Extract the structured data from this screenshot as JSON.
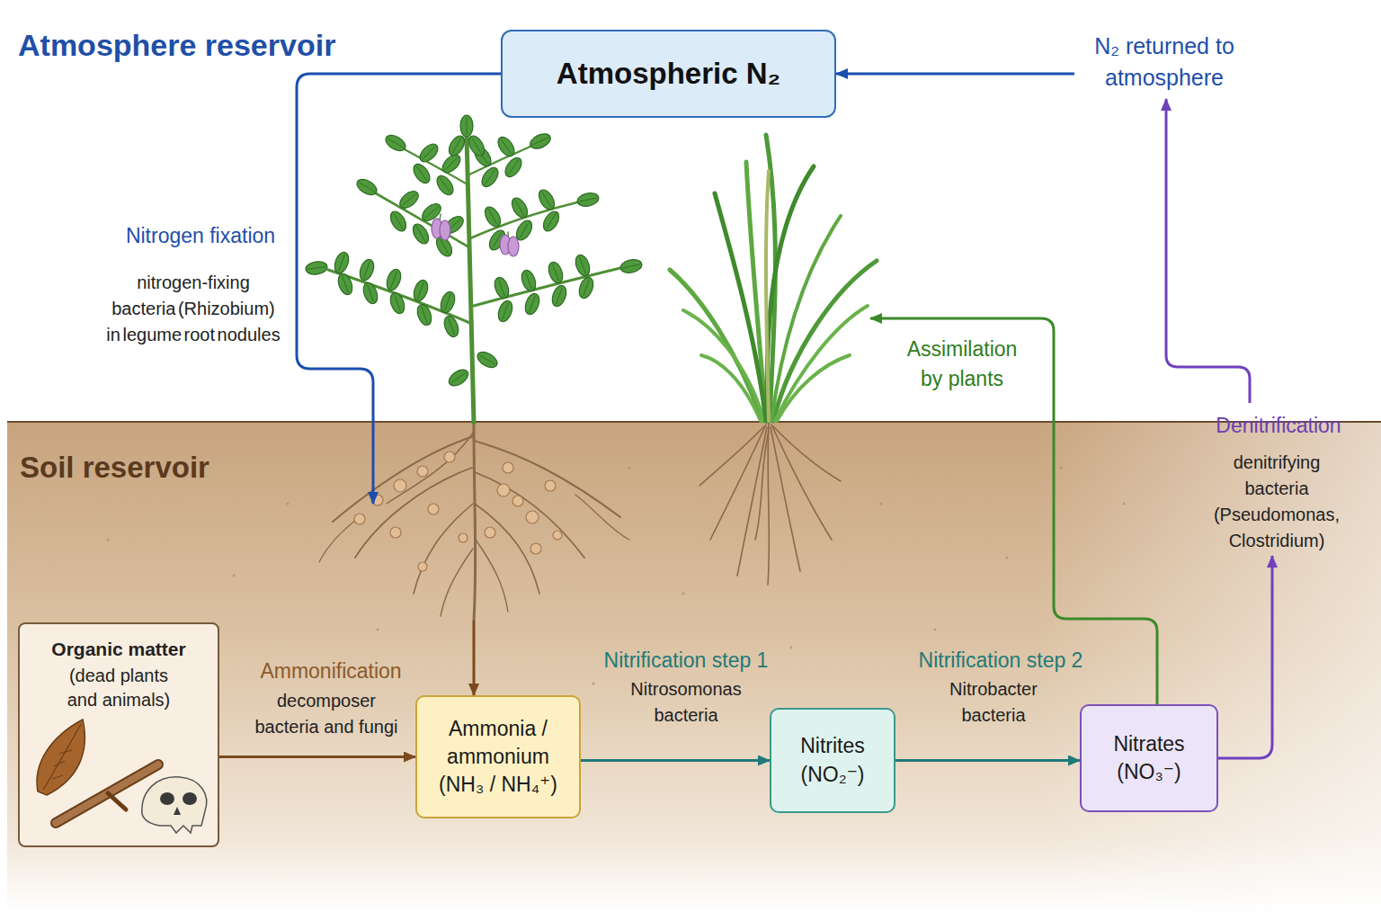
{
  "diagram": {
    "nodes": [
      {
        "text": [
          "Atmospheric N₂"
        ]
      },
      {
        "text": [
          "Organic matter",
          "(dead plants and animals)"
        ]
      },
      {
        "text": [
          "Ammonia / ammonium",
          "(NH₃ / NH₄⁺)"
        ]
      },
      {
        "text": [
          "Nitrites",
          "(NO₂⁻)"
        ]
      },
      {
        "text": [
          "Nitrates",
          "(NO₃⁻)"
        ]
      }
    ],
    "edges": [
      {
        "from": 0,
        "to": 2,
        "arrow": "to",
        "label": "Nitrogen fixation"
      },
      {
        "from": 1,
        "to": 2,
        "arrow": "to",
        "label": "Ammonification"
      },
      {
        "from": 2,
        "to": 3,
        "arrow": "to",
        "label": "Nitrification step 1"
      },
      {
        "from": 3,
        "to": 4,
        "arrow": "to",
        "label": "Nitrification step 2"
      },
      {
        "from": 4,
        "to": 0,
        "arrow": "to",
        "label": "Denitrification"
      }
    ],
    "labels": [
      "Atmosphere reservoir",
      "N₂ returned to atmosphere",
      "nitrogen-fixing bacteria (Rhizobium) in legume root nodules",
      "Assimilation by plants",
      "Soil reservoir",
      "denitrifying bacteria (Pseudomonas, Clostridium)",
      "decomposer bacteria and fungi",
      "Nitrosomonas bacteria",
      "Nitrobacter bacteria"
    ]
  }
}
